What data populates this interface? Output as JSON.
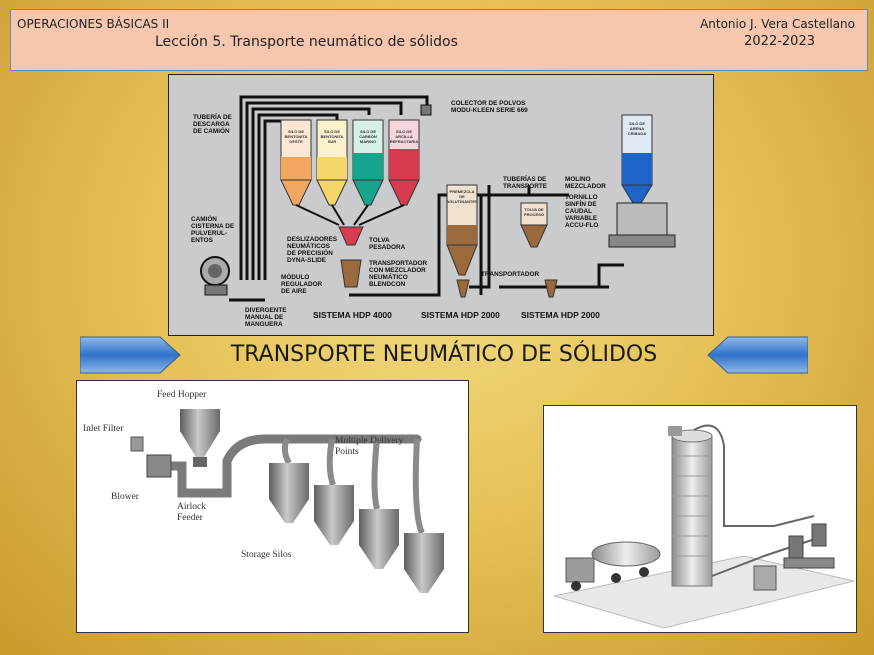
{
  "header": {
    "course": "OPERACIONES BÁSICAS II",
    "lesson": "Lección 5. Transporte neumático de sólidos",
    "author": "Antonio J. Vera Castellano",
    "year": "2022-2023"
  },
  "title": "TRANSPORTE NEUMÁTICO DE SÓLIDOS",
  "colors": {
    "header_bg": "#f6c6ae",
    "banner_blue": "#2f73c9",
    "silo_orange": "#f2a65f",
    "silo_yellow": "#f3d56a",
    "silo_teal": "#16a58c",
    "silo_red": "#d63b4f",
    "silo_brown": "#9a6a3c",
    "silo_blue": "#1f63c8"
  },
  "top_diagram": {
    "labels": {
      "truck_pipe": [
        "TUBERÍA DE",
        "DESCARGA",
        "DE CAMIÓN"
      ],
      "dust_collector": [
        "COLECTOR DE POLVOS",
        "MODU-KLEEN SERIE 669"
      ],
      "tanker": [
        "CAMIÓN",
        "CISTERNA DE",
        "PULVERUL-",
        "ENTOS"
      ],
      "sliders": [
        "DESLIZADORES",
        "NEUMÁTICOS",
        "DE PRECISIÓN",
        "DYNA-SLIDE"
      ],
      "weigh_hopper": [
        "TOLVA",
        "PESADORA"
      ],
      "blender": [
        "TRANSPORTADOR",
        "CON MEZCLADOR",
        "NEUMÁTICO",
        "BLENDCON"
      ],
      "regulator": [
        "MÓDULO",
        "REGULADOR",
        "DE AIRE"
      ],
      "diverter": [
        "DIVERGENTE",
        "MANUAL DE",
        "MANGUERA"
      ],
      "transport_pipes": [
        "TUBERÍAS DE",
        "TRANSPORTE"
      ],
      "mill": [
        "MOLINO",
        "MEZCLADOR"
      ],
      "screw": [
        "TORNILLO",
        "SINFÍN DE",
        "CAUDAL",
        "VARIABLE",
        "ACCU-FLO"
      ],
      "conveyor": "TRANSPORTADOR"
    },
    "silos": [
      [
        "SILO DE",
        "BENTONITA",
        "OESTE"
      ],
      [
        "SILO DE",
        "BENTONITA",
        "SUR"
      ],
      [
        "SILO DE",
        "CARBÓN",
        "MARINO"
      ],
      [
        "SILO DE",
        "ARCILLA",
        "REFRACTARIA"
      ]
    ],
    "premix_silo": [
      "PREMEZCLA",
      "DE",
      "AGLUTINANTES"
    ],
    "process_hopper": [
      "TOLVA DE",
      "PROCESO"
    ],
    "sand_silo": [
      "SILO DE",
      "ARENA",
      "CRIBADA"
    ],
    "systems": [
      "SISTEMA HDP 4000",
      "SISTEMA HDP 2000",
      "SISTEMA HDP 2000"
    ]
  },
  "left_diagram": {
    "labels": {
      "feed_hopper": "Feed Hopper",
      "inlet_filter": "Inlet Filter",
      "multiple_delivery": [
        "Multiple Delivery",
        "Points"
      ],
      "blower": "Blower",
      "airlock": [
        "Airlock",
        "Feeder"
      ],
      "storage": "Storage Silos"
    }
  }
}
